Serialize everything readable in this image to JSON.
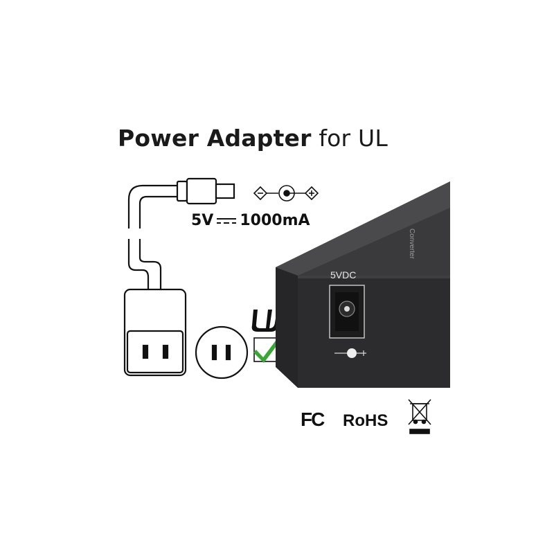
{
  "title": {
    "bold": "Power Adapter",
    "regular": "for UL"
  },
  "spec": {
    "voltage": "5V",
    "current": "1000mA"
  },
  "device": {
    "port_label": "5VDC",
    "side_text": "Converter"
  },
  "certifications": {
    "fc": "FC",
    "rohs": "RoHS"
  },
  "icons": [
    "dc-plug-icon",
    "polarity-icon",
    "ul-mark-icon",
    "check-icon",
    "us-outlet-icon",
    "weee-bin-icon"
  ],
  "colors": {
    "check": "#3aa635",
    "device": "#2c2c2e",
    "line": "#111111"
  }
}
